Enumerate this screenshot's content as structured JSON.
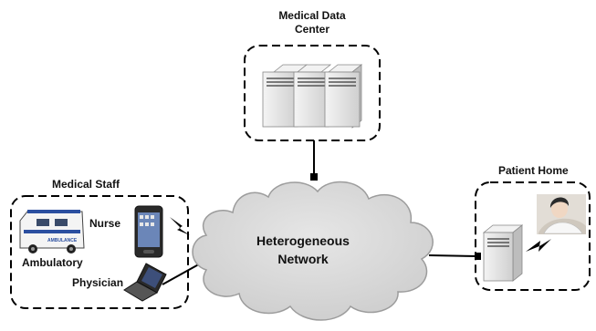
{
  "data_center": {
    "title_line1": "Medical Data",
    "title_line2": "Center"
  },
  "patient_home": {
    "title": "Patient Home"
  },
  "medical_staff": {
    "title": "Medical Staff",
    "nurse": "Nurse",
    "ambulatory": "Ambulatory",
    "physician": "Physician"
  },
  "network": {
    "line1": "Heterogeneous",
    "line2": "Network"
  },
  "colors": {
    "cloud": "#d6d6d6",
    "server": "#e8e8e8",
    "dash": "#000000"
  },
  "icons": [
    "server-rack-icon",
    "cloud-icon",
    "ambulance-icon",
    "smartphone-icon",
    "laptop-icon",
    "patient-in-bed-icon",
    "wireless-link-icon"
  ]
}
